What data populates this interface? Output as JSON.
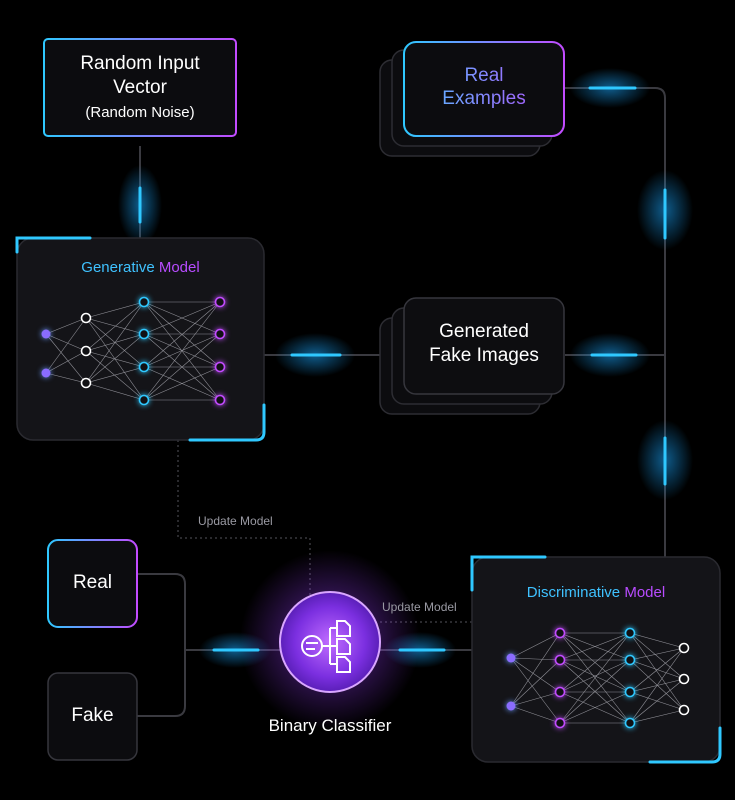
{
  "input_box": {
    "line1": "Random Input",
    "line2": "Vector",
    "line3": "(Random Noise)"
  },
  "real_examples": {
    "line1": "Real",
    "line2": "Examples"
  },
  "generative": {
    "title_part1": "Generative",
    "title_part2": "Model"
  },
  "generated": {
    "line1": "Generated",
    "line2": "Fake Images"
  },
  "discriminative": {
    "title_part1": "Discriminative",
    "title_part2": "Model"
  },
  "classifier": {
    "label": "Binary Classifier"
  },
  "outputs": {
    "real": "Real",
    "fake": "Fake"
  },
  "connectors": {
    "update_left": "Update Model",
    "update_right": "Update Model"
  },
  "colors": {
    "cyan": "#2fc8ff",
    "purple": "#c24bff",
    "background": "#000000",
    "panel": "#0d0d10"
  },
  "icons": {
    "classifier": "decision-tree-icon"
  }
}
